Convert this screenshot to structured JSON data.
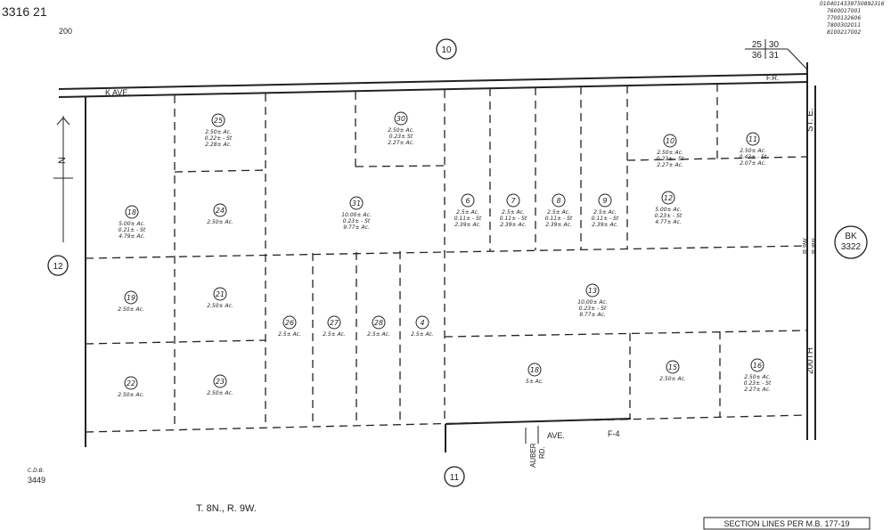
{
  "header": {
    "book_page": "3316  21",
    "sub": "200",
    "top_right_lines": [
      "0104014339750892316",
      "7600017001",
      "7700132606",
      "7800302011",
      "8100217002"
    ]
  },
  "sections": {
    "top": "10",
    "left": "12",
    "bottom": "11"
  },
  "section_corner": {
    "tl": "25",
    "tr": "30",
    "bl": "36",
    "br": "31"
  },
  "book_ref": {
    "line1": "BK",
    "line2": "3322"
  },
  "streets": {
    "top_ave": "K AVE.",
    "fr": "F.R.",
    "st_e": "ST. E.",
    "street_200": "200TH",
    "bottom_ave": "AVE.",
    "f4": "F-4",
    "auber": "AUBER",
    "rd": "RD.",
    "r9w": "R.9W.",
    "r8w": "R.8W."
  },
  "north": "N",
  "township": "T. 8N., R. 9W.",
  "footer": {
    "left_code": "3449",
    "left_small": "C.D.B.",
    "right_note": "SECTION LINES PER M.B. 177-19"
  },
  "parcels": [
    {
      "id": "25",
      "lines": [
        "2.50± Ac.",
        "0.22± - St",
        "2.28± Ac."
      ]
    },
    {
      "id": "30",
      "lines": [
        "2.50± Ac.",
        "0.23± St",
        "2.27± Ac."
      ]
    },
    {
      "id": "10",
      "lines": [
        "2.50± Ac.",
        "0.23± - St",
        "2.27± Ac."
      ]
    },
    {
      "id": "11",
      "lines": [
        "2.50± Ac.",
        "0.43± - St",
        "2.07± Ac."
      ]
    },
    {
      "id": "18",
      "lines": [
        "5.00± Ac.",
        "0.21± - St",
        "4.79± Ac."
      ]
    },
    {
      "id": "24",
      "lines": [
        "2.50± Ac."
      ]
    },
    {
      "id": "31",
      "lines": [
        "10.00± Ac.",
        "0.23± - St",
        "9.77± Ac."
      ]
    },
    {
      "id": "6",
      "lines": [
        "2.5± Ac.",
        "0.11± - St",
        "2.39± Ac."
      ]
    },
    {
      "id": "7",
      "lines": [
        "2.5± Ac.",
        "0.11± - St",
        "2.39± Ac."
      ]
    },
    {
      "id": "8",
      "lines": [
        "2.5± Ac.",
        "0.11± - St",
        "2.39± Ac."
      ]
    },
    {
      "id": "9",
      "lines": [
        "2.5± Ac.",
        "0.11± - St",
        "2.39± Ac."
      ]
    },
    {
      "id": "12",
      "lines": [
        "5.00± Ac.",
        "0.23± - St",
        "4.77± Ac."
      ]
    },
    {
      "id": "13",
      "lines": [
        "10.00± Ac.",
        "0.23± - St",
        "9.77± Ac."
      ]
    },
    {
      "id": "19",
      "lines": [
        "2.50± Ac."
      ]
    },
    {
      "id": "21",
      "lines": [
        "2.50± Ac."
      ]
    },
    {
      "id": "26",
      "lines": [
        "2.5± Ac."
      ]
    },
    {
      "id": "27",
      "lines": [
        "2.5± Ac."
      ]
    },
    {
      "id": "28",
      "lines": [
        "2.5± Ac."
      ]
    },
    {
      "id": "4",
      "lines": [
        "2.5± Ac."
      ]
    },
    {
      "id": "22",
      "lines": [
        "2.50± Ac."
      ]
    },
    {
      "id": "23",
      "lines": [
        "2.50± Ac."
      ]
    },
    {
      "id": "18b",
      "label": "18",
      "lines": [
        "5± Ac."
      ]
    },
    {
      "id": "15",
      "lines": [
        "2.50± Ac."
      ]
    },
    {
      "id": "16",
      "lines": [
        "2.50± Ac.",
        "0.23± - St",
        "2.27± Ac."
      ]
    }
  ]
}
